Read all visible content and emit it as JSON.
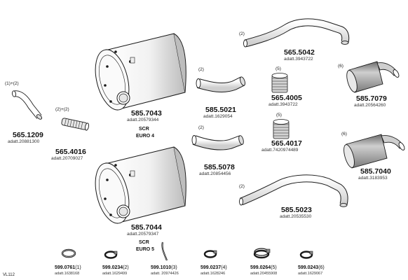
{
  "parts": [
    {
      "id": "p5651209",
      "part_no": "565.1209",
      "ref": "adatt.20881300",
      "qty": "(1)+(2)"
    },
    {
      "id": "p5654016",
      "part_no": "565.4016",
      "ref": "adatt.20709027",
      "qty": "(2)+(2)"
    },
    {
      "id": "p5857043",
      "part_no": "585.7043",
      "ref": "adatt.20579344",
      "tag_line1": "SCR",
      "tag_line2": "EURO 4"
    },
    {
      "id": "p5857044",
      "part_no": "585.7044",
      "ref": "adatt.20579347",
      "tag_line1": "SCR",
      "tag_line2": "EURO 5"
    },
    {
      "id": "p5855021",
      "part_no": "585.5021",
      "ref": "adatt.1629054",
      "qty": "(2)"
    },
    {
      "id": "p5855078",
      "part_no": "585.5078",
      "ref": "adatt.20854456",
      "qty": "(2)"
    },
    {
      "id": "p5655042",
      "part_no": "565.5042",
      "ref": "adatt.3943722",
      "qty": "(2)"
    },
    {
      "id": "p5654005",
      "part_no": "565.4005",
      "ref": "adatt.3943722",
      "qty": "(5)"
    },
    {
      "id": "p5654017",
      "part_no": "565.4017",
      "ref": "adatt.7420974489",
      "qty": "(5)"
    },
    {
      "id": "p5855023",
      "part_no": "585.5023",
      "ref": "adatt.20535530",
      "qty": "(2)"
    },
    {
      "id": "p5857079",
      "part_no": "585.7079",
      "ref": "adatt.20564260",
      "qty": "(6)"
    },
    {
      "id": "p5857040",
      "part_no": "585.7040",
      "ref": "adatt.3183953",
      "qty": "(6)"
    }
  ],
  "clamps": [
    {
      "part_no": "599.0761",
      "qty": "(1)",
      "ref": "adatt.1638168"
    },
    {
      "part_no": "599.0234",
      "qty": "(2)",
      "ref": "adatt.1629499"
    },
    {
      "part_no": "599.1010",
      "qty": "(3)",
      "ref": "adatt. 20974426"
    },
    {
      "part_no": "599.0237",
      "qty": "(4)",
      "ref": "adatt.1628246"
    },
    {
      "part_no": "599.0264",
      "qty": "(5)",
      "ref": "adatt.20455908"
    },
    {
      "part_no": "599.0243",
      "qty": "(6)",
      "ref": "adatt.1629067"
    }
  ],
  "footer": {
    "code": "VL112"
  },
  "colors": {
    "line": "#1a1a1a",
    "fill": "#ffffff",
    "shade": "#d8d8d8",
    "dark": "#9a9a9a"
  }
}
